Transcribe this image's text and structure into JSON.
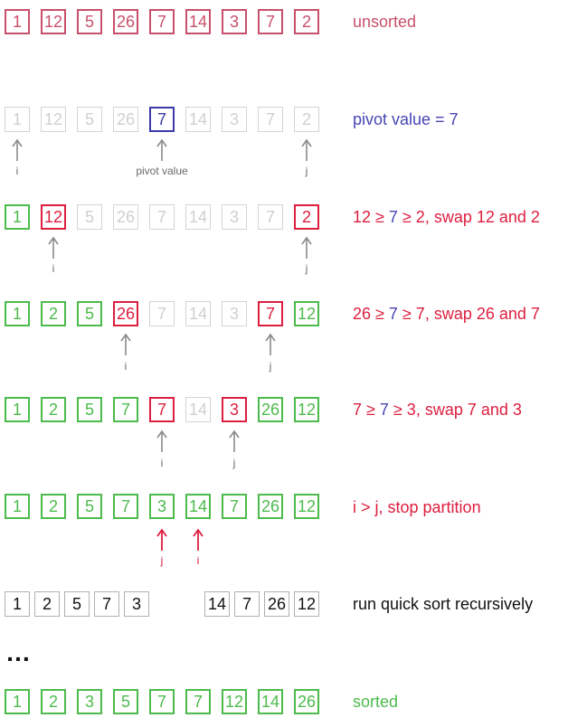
{
  "rows": {
    "unsorted": {
      "values": [
        "1",
        "12",
        "5",
        "26",
        "7",
        "14",
        "3",
        "7",
        "2"
      ],
      "label": "unsorted"
    },
    "pivot": {
      "values": [
        "1",
        "12",
        "5",
        "26",
        "7",
        "14",
        "3",
        "7",
        "2"
      ],
      "label": "pivot value = 7",
      "arrow_i": "i",
      "arrow_pivot": "pivot value",
      "arrow_j": "j"
    },
    "step1": {
      "values": [
        "1",
        "12",
        "5",
        "26",
        "7",
        "14",
        "3",
        "7",
        "2"
      ],
      "label_a": "12 ≥ ",
      "label_pivot": "7",
      "label_b": " ≥ 2, swap 12 and 2",
      "arrow_i": "i",
      "arrow_j": "j"
    },
    "step2": {
      "values": [
        "1",
        "2",
        "5",
        "26",
        "7",
        "14",
        "3",
        "7",
        "12"
      ],
      "label_a": "26 ≥ ",
      "label_pivot": "7",
      "label_b": " ≥ 7, swap 26 and 7",
      "arrow_i": "i",
      "arrow_j": "j"
    },
    "step3": {
      "values": [
        "1",
        "2",
        "5",
        "7",
        "7",
        "14",
        "3",
        "26",
        "12"
      ],
      "label_a": "7 ≥ ",
      "label_pivot": "7",
      "label_b": " ≥ 3, swap 7 and 3",
      "arrow_i": "i",
      "arrow_j": "j"
    },
    "step4": {
      "values": [
        "1",
        "2",
        "5",
        "7",
        "3",
        "14",
        "7",
        "26",
        "12"
      ],
      "label": "i > j, stop partition",
      "arrow_j": "j",
      "arrow_i": "i"
    },
    "recursive": {
      "left": [
        "1",
        "2",
        "5",
        "7",
        "3"
      ],
      "right": [
        "14",
        "7",
        "26",
        "12"
      ],
      "label": "run quick sort recursively"
    },
    "ellipsis": "…",
    "sorted": {
      "values": [
        "1",
        "2",
        "3",
        "5",
        "7",
        "7",
        "12",
        "14",
        "26"
      ],
      "label": "sorted"
    }
  },
  "colors": {
    "unsorted": "#c8506a",
    "faint": "#d4d4d4",
    "pivot": "#3a3aa8",
    "done": "#4cbb4c",
    "swap": "#dd1e3e",
    "arrow_gray": "#8a8a8a"
  }
}
